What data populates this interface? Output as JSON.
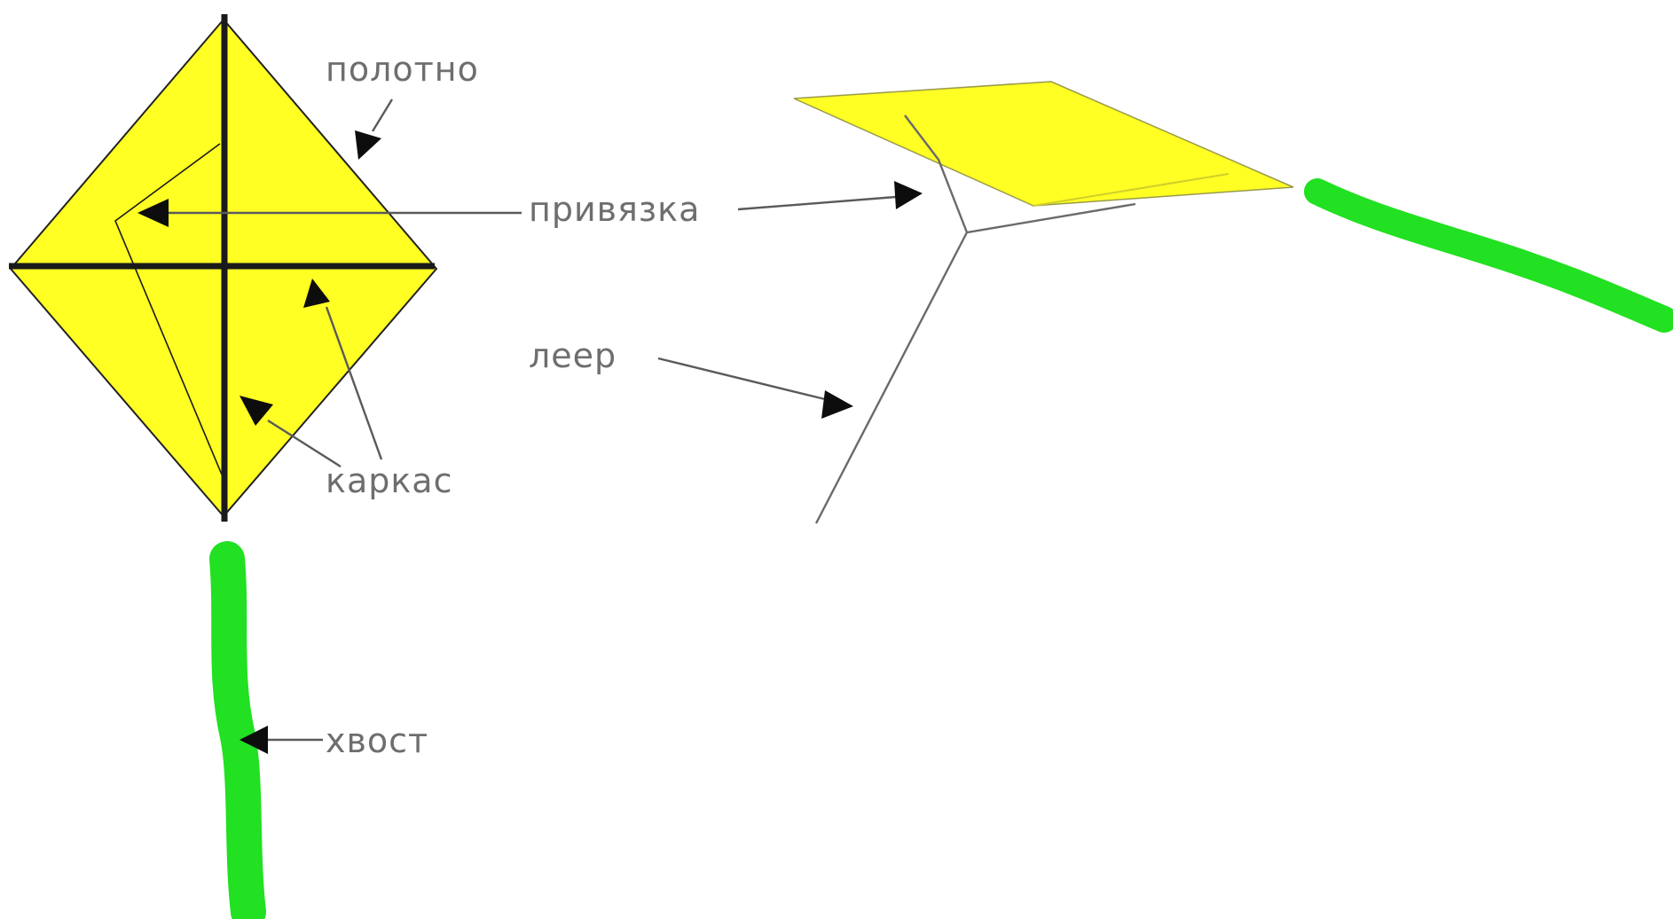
{
  "labels": {
    "canvas": "полотно",
    "bridle": "привязка",
    "frame": "каркас",
    "line": "леер",
    "tail": "хвост"
  },
  "colors": {
    "sail": "#ffff24",
    "tail": "#22e022",
    "spar": "#1a1a1a",
    "text": "#6e6e6e"
  }
}
